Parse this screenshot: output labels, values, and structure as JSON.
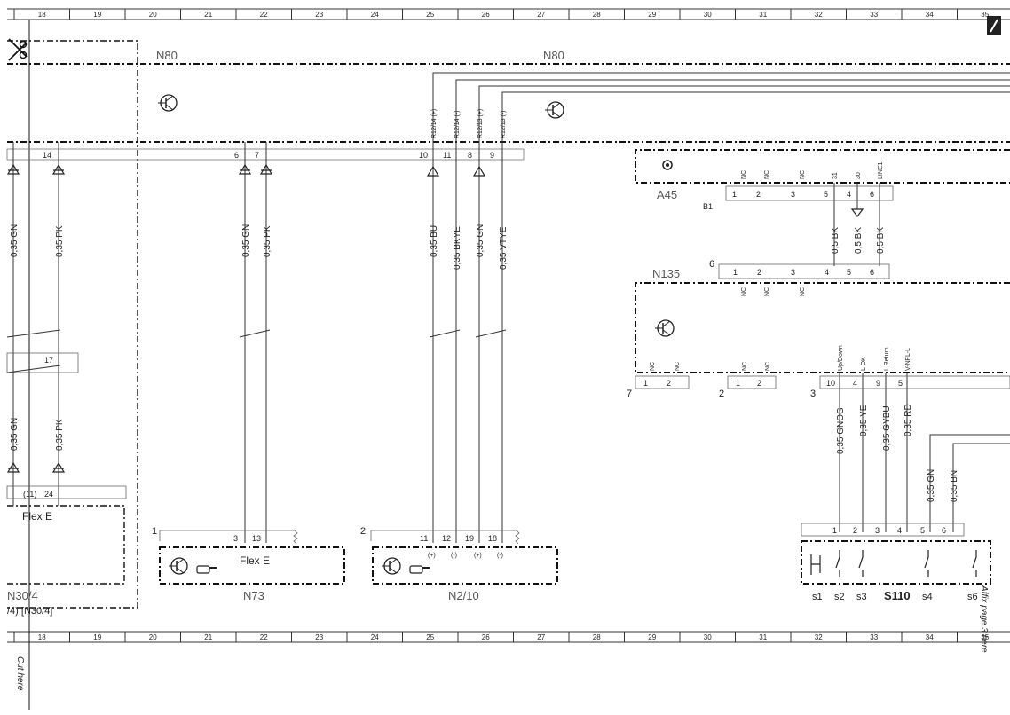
{
  "ruler": {
    "numbers": [
      "18",
      "19",
      "20",
      "21",
      "22",
      "23",
      "24",
      "25",
      "26",
      "27",
      "28",
      "29",
      "30",
      "31",
      "32",
      "33",
      "34",
      "35"
    ]
  },
  "modules": {
    "n80_left": "N80",
    "n80_right": "N80",
    "a45": "A45",
    "b1": "B1",
    "n135": "N135",
    "n73": "N73",
    "n2_10": "N2/10",
    "flex_left": "Flex E",
    "flex_n73": "Flex E",
    "n30_4": "N30/4",
    "n30_4_ref": "/4) [N30/4]",
    "s110": "S110"
  },
  "n80_pins": {
    "p14": "14",
    "p6": "6",
    "p7": "7",
    "p10": "10",
    "p11": "11",
    "p8": "8",
    "p9": "9"
  },
  "n80_signals": [
    "R12/14 (+)",
    "R12/14 (-)",
    "R12/13 (+)",
    "R12/13 (-)"
  ],
  "wires": {
    "left_gn": "0,35 GN",
    "left_pk": "0,35 PK",
    "left_gn2": "0,35 GN",
    "left_pk2": "0,35 PK",
    "c22_gn": "0,35 GN",
    "c22_pk": "0,35 PK",
    "bu": "0,35 BU",
    "bkye": "0,35 BKYE",
    "gn": "0,35 GN",
    "vtye": "0,35 VTYE",
    "a45_bk1": "0,5 BK",
    "a45_bk2": "0,5 BK",
    "a45_bk3": "0,5 BK",
    "gnog": "0,35 GNOG",
    "ye": "0,35 YE",
    "gybu": "0,35 GYBU",
    "rd": "0,35 RD",
    "s_gn": "0,35 GN",
    "s_bn": "0,35 BN"
  },
  "left_pins": {
    "p17": "17",
    "p11": "(11)",
    "p24": "24"
  },
  "a45_pins": {
    "labels": [
      "NC",
      "NC",
      "NC",
      "31",
      "30",
      "LINE1"
    ],
    "numbers": [
      "1",
      "2",
      "3",
      "5",
      "4",
      "6"
    ]
  },
  "n135_conn6": {
    "id": "6",
    "numbers": [
      "1",
      "2",
      "3",
      "4",
      "5",
      "6"
    ],
    "labels": [
      "NC",
      "NC",
      "NC"
    ]
  },
  "n135_conn7": {
    "id": "7",
    "labels": [
      "NC",
      "NC"
    ],
    "numbers": [
      "1",
      "2"
    ]
  },
  "n135_conn2": {
    "id": "2",
    "labels": [
      "NC",
      "NC"
    ],
    "numbers": [
      "1",
      "2"
    ]
  },
  "n135_conn3": {
    "id": "3",
    "labels": [
      "Up/Down",
      "L OK",
      "L Return",
      "V-NFL-L"
    ],
    "numbers": [
      "10",
      "4",
      "9",
      "5"
    ]
  },
  "n73_conn": {
    "id": "1",
    "pins": [
      "3",
      "13"
    ]
  },
  "n2_10_conn": {
    "id": "2",
    "pins": [
      "11",
      "12",
      "19",
      "18"
    ],
    "signs": [
      "(+)",
      "(-)",
      "(+)",
      "(-)"
    ]
  },
  "s110": {
    "pins": [
      "1",
      "2",
      "3",
      "4",
      "5",
      "6"
    ],
    "switches": [
      "s1",
      "s2",
      "s3",
      "s4",
      "s6"
    ]
  },
  "side_texts": {
    "cut_here": "Cut here",
    "affix": "Affix page 3 here"
  },
  "icons": [
    "scissors-icon",
    "transistor-icon",
    "hand-pointer-icon",
    "speaker-icon",
    "pencil-icon",
    "ground-arrow-icon"
  ]
}
